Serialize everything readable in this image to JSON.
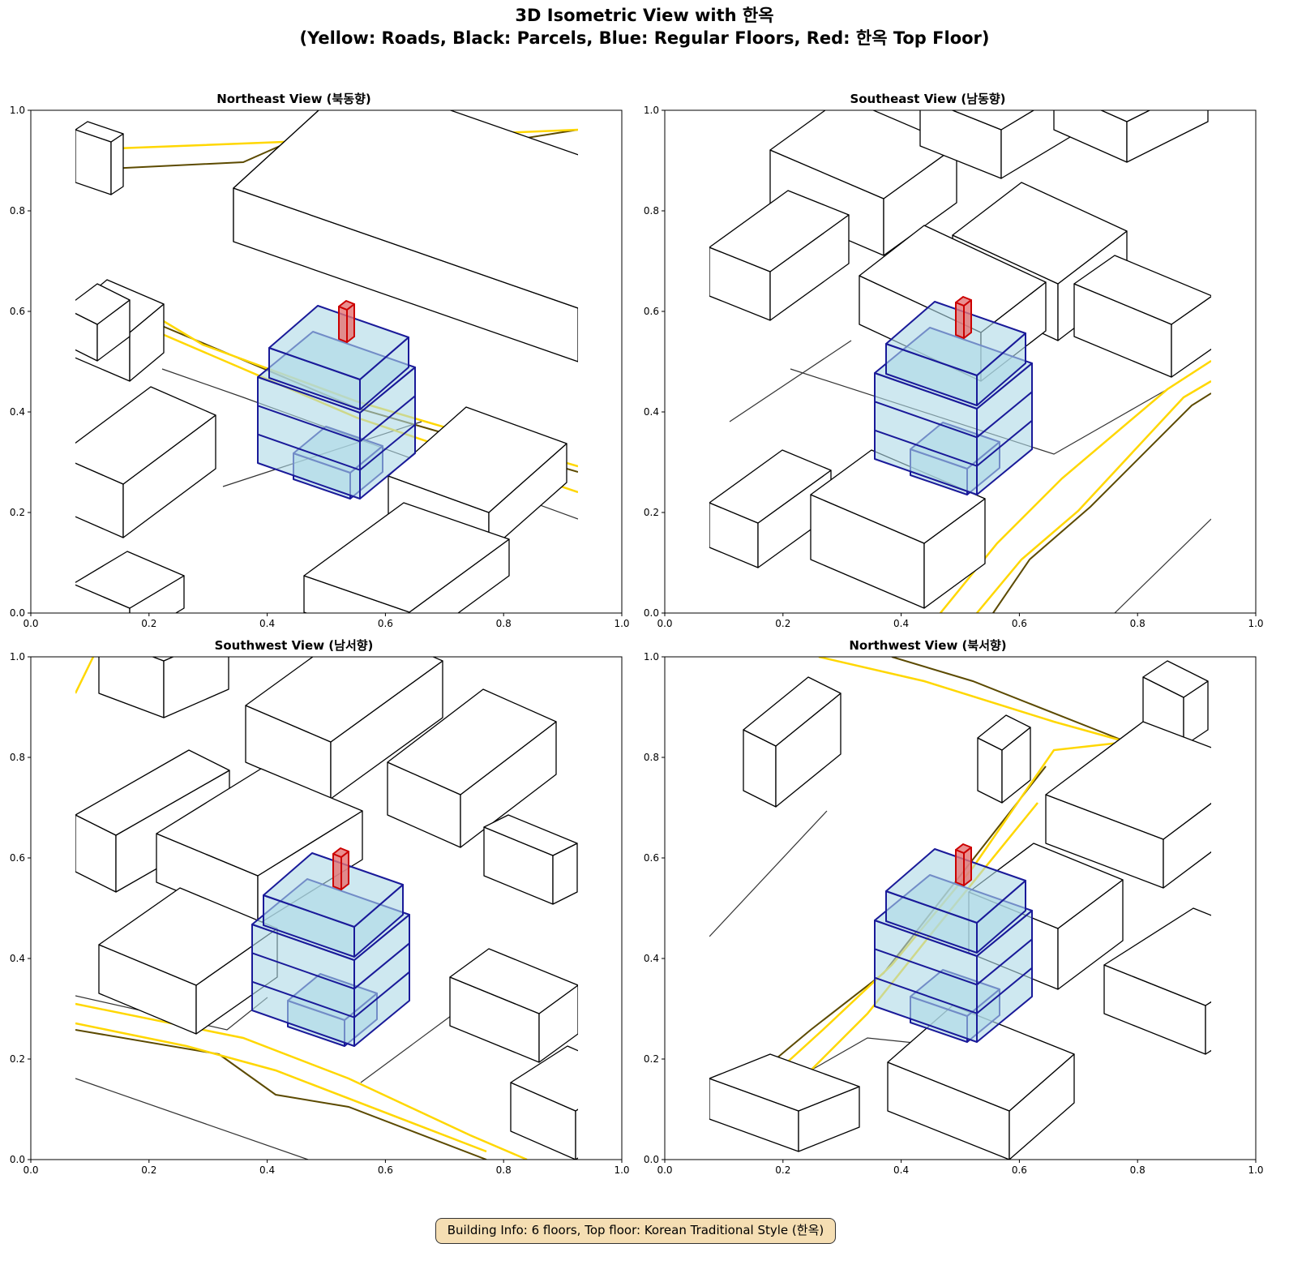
{
  "figure": {
    "title_line1": "3D Isometric View with 한옥",
    "title_line2": "(Yellow: Roads, Black: Parcels, Blue: Regular Floors, Red: 한옥 Top Floor)",
    "info_box": "Building Info: 6 floors, Top floor: Korean Traditional Style (한옥)"
  },
  "colors": {
    "road": "#ffd700",
    "road_edge": "#5c4a00",
    "parcel": "#000000",
    "floor_fill": "#add8e6",
    "floor_edge": "#1a1a99",
    "hanok_fill": "#e57373",
    "hanok_edge": "#cc0000",
    "info_bg": "#f5deb3"
  },
  "axes_ticks": [
    "0.0",
    "0.2",
    "0.4",
    "0.6",
    "0.8",
    "1.0"
  ],
  "panels": [
    {
      "title": "Northeast View (북동향)"
    },
    {
      "title": "Southeast View (남동향)"
    },
    {
      "title": "Southwest View (남서향)"
    },
    {
      "title": "Northwest View (북서향)"
    }
  ]
}
